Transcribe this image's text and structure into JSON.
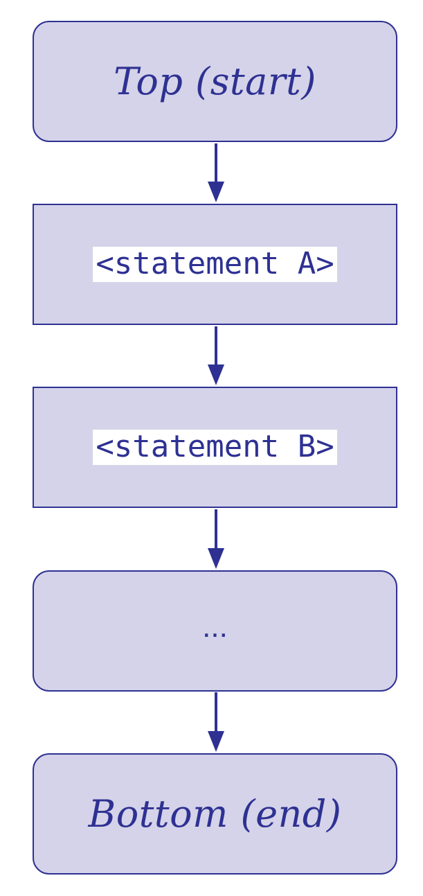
{
  "flowchart": {
    "nodes": [
      {
        "id": "top",
        "label": "Top (start)",
        "shape": "rounded",
        "style": "serif-italic"
      },
      {
        "id": "statement-a",
        "label": "<statement A>",
        "shape": "square",
        "style": "monospace-highlight"
      },
      {
        "id": "statement-b",
        "label": "<statement B>",
        "shape": "square",
        "style": "monospace-highlight"
      },
      {
        "id": "ellipsis",
        "label": "...",
        "shape": "rounded",
        "style": "plain"
      },
      {
        "id": "bottom",
        "label": "Bottom (end)",
        "shape": "rounded",
        "style": "serif-italic"
      }
    ],
    "edges": [
      {
        "from": "top",
        "to": "statement-a"
      },
      {
        "from": "statement-a",
        "to": "statement-b"
      },
      {
        "from": "statement-b",
        "to": "ellipsis"
      },
      {
        "from": "ellipsis",
        "to": "bottom"
      }
    ]
  },
  "colors": {
    "node_fill": "#d5d3e9",
    "stroke": "#2e3192",
    "text": "#2e3192",
    "code_background": "#ffffff"
  }
}
